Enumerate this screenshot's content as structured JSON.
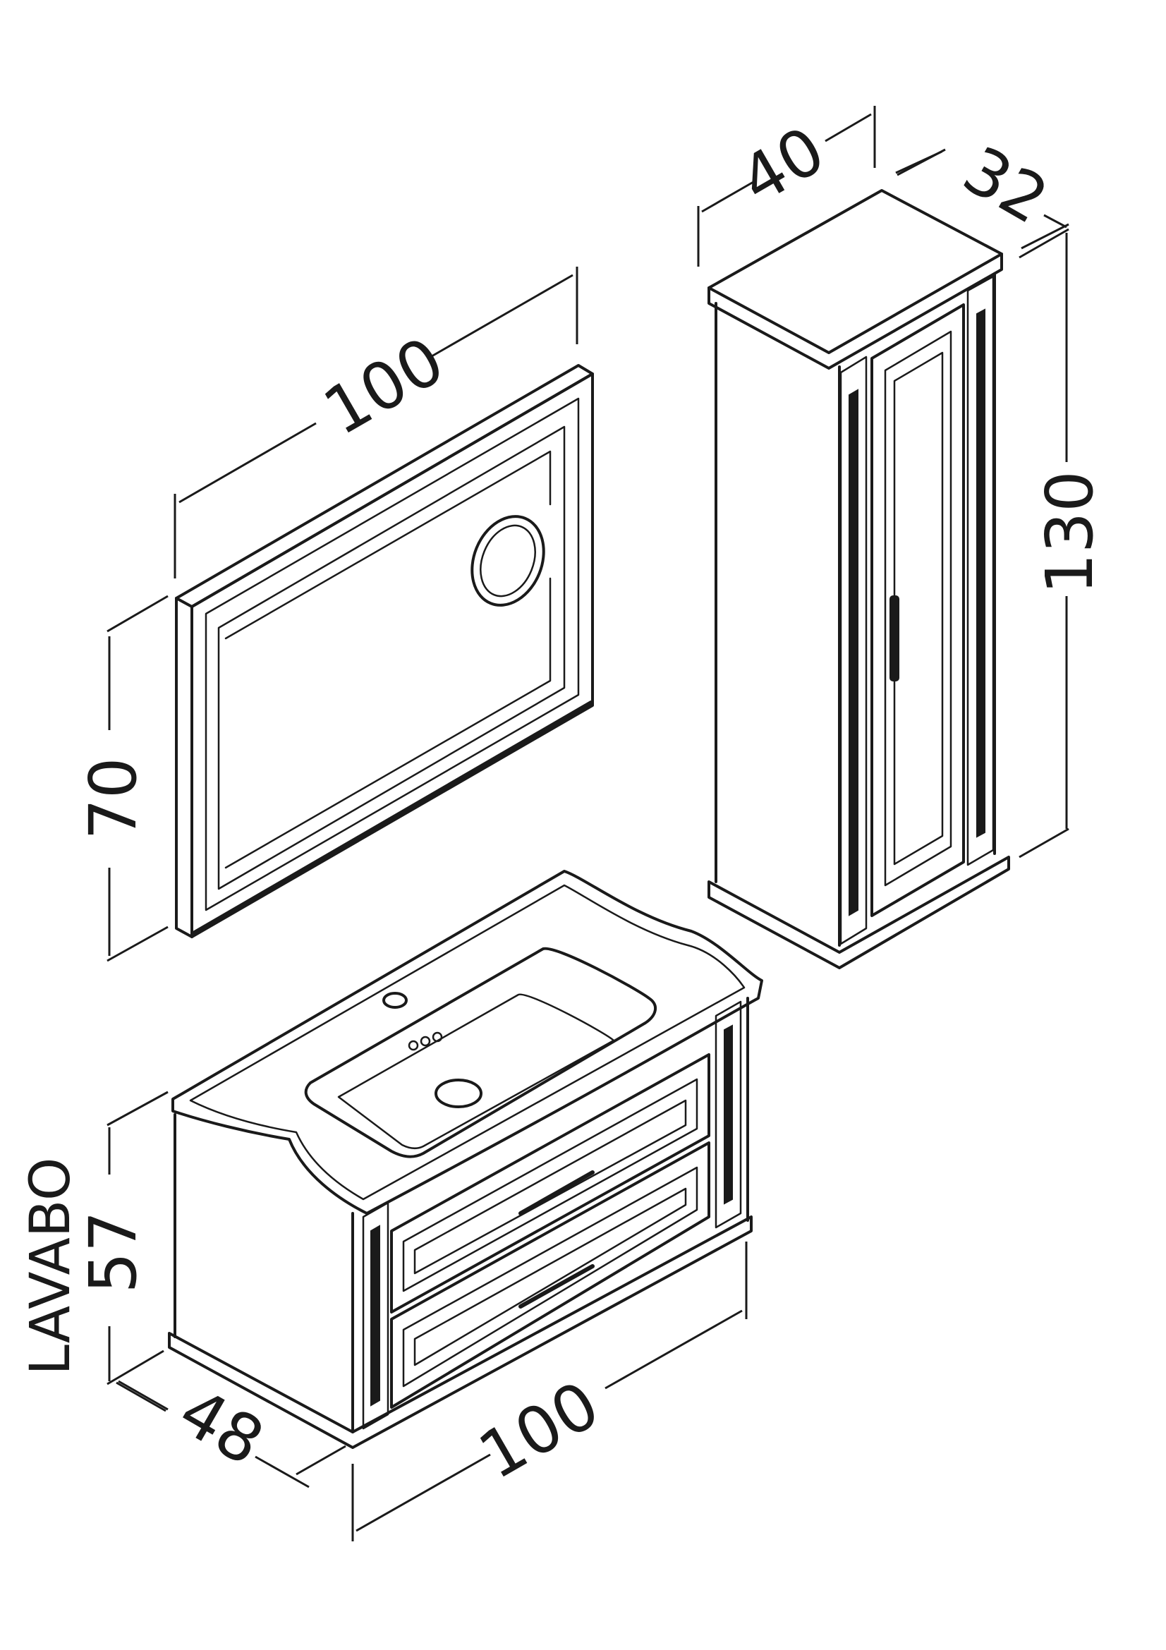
{
  "mirror": {
    "width_label": "100",
    "height_label": "70"
  },
  "tall_cabinet": {
    "width_label": "40",
    "depth_label": "32",
    "height_label": "130"
  },
  "vanity": {
    "name_label": "LAVABO",
    "height_label": "57",
    "depth_label": "48",
    "width_label": "100"
  }
}
